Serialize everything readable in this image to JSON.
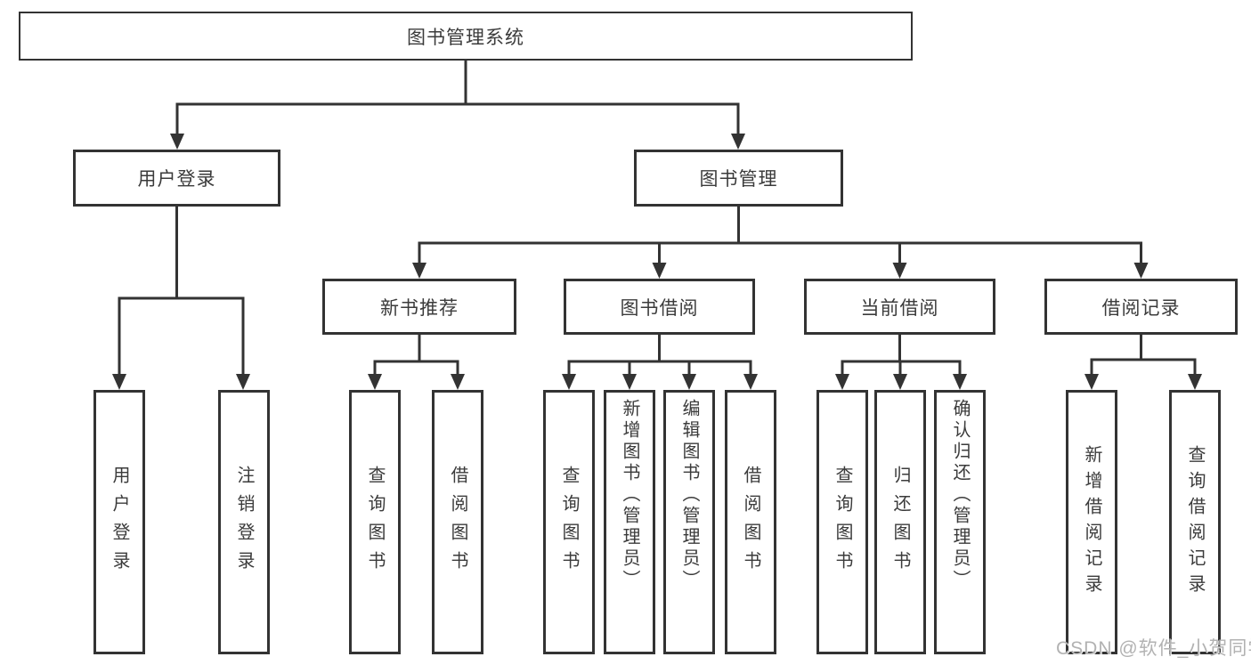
{
  "tree": {
    "root": "图书管理系统",
    "branches": [
      {
        "label": "用户登录",
        "leaves": [
          "用户登录",
          "注销登录"
        ]
      },
      {
        "label": "图书管理",
        "groups": [
          {
            "label": "新书推荐",
            "leaves": [
              "查询图书",
              "借阅图书"
            ]
          },
          {
            "label": "图书借阅",
            "leaves": [
              "查询图书",
              "新增图书（管理员）",
              "编辑图书（管理员）",
              "借阅图书"
            ]
          },
          {
            "label": "当前借阅",
            "leaves": [
              "查询图书",
              "归还图书",
              "确认归还（管理员）"
            ]
          },
          {
            "label": "借阅记录",
            "leaves": [
              "新增借阅记录",
              "查询借阅记录"
            ]
          }
        ]
      }
    ]
  },
  "watermark": "CSDN @软件_小贺同学",
  "colors": {
    "line": "#333333",
    "text": "#3b3b3b",
    "node_background": "#ffffff",
    "page_background": "#ffffff",
    "watermark": "#b2b2b2"
  }
}
